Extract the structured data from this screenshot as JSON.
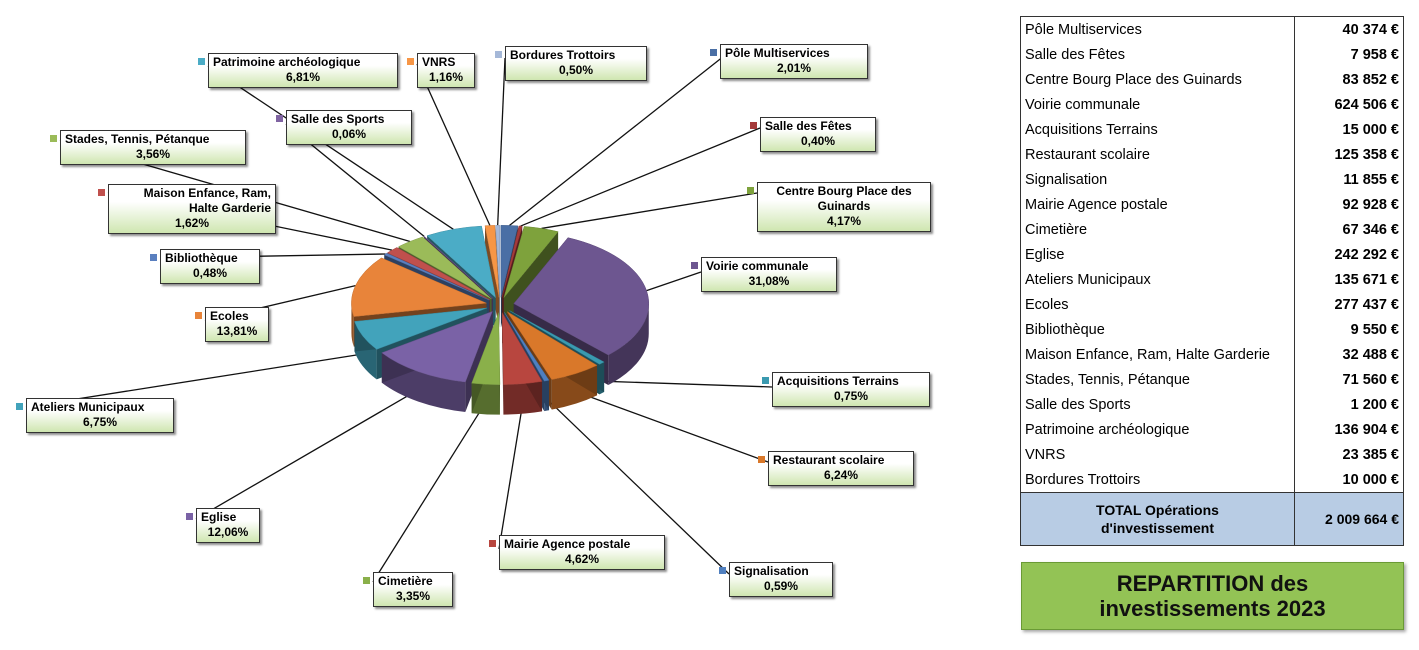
{
  "chart_data": {
    "type": "pie",
    "title": "",
    "slices": [
      {
        "label": "Pôle Multiservices",
        "percent_label": "2,01%",
        "value": 40374,
        "color": "#4a6fa5"
      },
      {
        "label": "Salle des Fêtes",
        "percent_label": "0,40%",
        "value": 7958,
        "color": "#a53a3a"
      },
      {
        "label": "Centre Bourg Place des Guinards",
        "percent_label": "4,17%",
        "value": 83852,
        "color": "#7ea23c"
      },
      {
        "label": "Voirie communale",
        "percent_label": "31,08%",
        "value": 624506,
        "color": "#6d5690"
      },
      {
        "label": "Acquisitions Terrains",
        "percent_label": "0,75%",
        "value": 15000,
        "color": "#3a9ab0"
      },
      {
        "label": "Restaurant scolaire",
        "percent_label": "6,24%",
        "value": 125358,
        "color": "#d9782a"
      },
      {
        "label": "Signalisation",
        "percent_label": "0,59%",
        "value": 11855,
        "color": "#4f7fbf"
      },
      {
        "label": "Mairie Agence postale",
        "percent_label": "4,62%",
        "value": 92928,
        "color": "#b8463f"
      },
      {
        "label": "Cimetière",
        "percent_label": "3,35%",
        "value": 67346,
        "color": "#8ab04a"
      },
      {
        "label": "Eglise",
        "percent_label": "12,06%",
        "value": 242292,
        "color": "#7a62a6"
      },
      {
        "label": "Ateliers Municipaux",
        "percent_label": "6,75%",
        "value": 135671,
        "color": "#42a3bb"
      },
      {
        "label": "Ecoles",
        "percent_label": "13,81%",
        "value": 277437,
        "color": "#e8843a"
      },
      {
        "label": "Bibliothèque",
        "percent_label": "0,48%",
        "value": 9550,
        "color": "#5a7fbf"
      },
      {
        "label": "Maison Enfance, Ram, Halte Garderie",
        "percent_label": "1,62%",
        "value": 32488,
        "color": "#c0504d"
      },
      {
        "label": "Stades, Tennis, Pétanque",
        "percent_label": "3,56%",
        "value": 71560,
        "color": "#9bbb59"
      },
      {
        "label": "Salle des Sports",
        "percent_label": "0,06%",
        "value": 1200,
        "color": "#8064a2"
      },
      {
        "label": "Patrimoine archéologique",
        "percent_label": "6,81%",
        "value": 136904,
        "color": "#4bacc6"
      },
      {
        "label": "VNRS",
        "percent_label": "1,16%",
        "value": 23385,
        "color": "#f79646"
      },
      {
        "label": "Bordures Trottoirs",
        "percent_label": "0,50%",
        "value": 10000,
        "color": "#a5b8d8"
      }
    ],
    "labels": [
      {
        "name": "Pôle Multiservices",
        "pct": "2,01%"
      },
      {
        "name": "Salle des Fêtes",
        "pct": "0,40%"
      },
      {
        "name": "Centre Bourg Place des\nGuinards",
        "pct": "4,17%"
      },
      {
        "name": "Voirie communale",
        "pct": "31,08%"
      },
      {
        "name": "Acquisitions Terrains",
        "pct": "0,75%"
      },
      {
        "name": "Restaurant scolaire",
        "pct": "6,24%"
      },
      {
        "name": "Signalisation",
        "pct": "0,59%"
      },
      {
        "name": "Mairie Agence postale",
        "pct": "4,62%"
      },
      {
        "name": "Cimetière",
        "pct": "3,35%"
      },
      {
        "name": "Eglise",
        "pct": "12,06%"
      },
      {
        "name": "Ateliers Municipaux",
        "pct": "6,75%"
      },
      {
        "name": "Ecoles",
        "pct": "13,81%"
      },
      {
        "name": "Bibliothèque",
        "pct": "0,48%"
      },
      {
        "name": "Maison Enfance, Ram,\nHalte Garderie",
        "pct": "1,62%"
      },
      {
        "name": "Stades, Tennis, Pétanque",
        "pct": "3,56%"
      },
      {
        "name": "Salle des Sports",
        "pct": "0,06%"
      },
      {
        "name": "Patrimoine archéologique",
        "pct": "6,81%"
      },
      {
        "name": "VNRS",
        "pct": "1,16%"
      },
      {
        "name": "Bordures Trottoirs",
        "pct": "0,50%"
      }
    ]
  },
  "table": {
    "rows": [
      {
        "label": "Pôle Multiservices",
        "amount": "40 374 €"
      },
      {
        "label": "Salle des Fêtes",
        "amount": "7 958 €"
      },
      {
        "label": "Centre Bourg Place des Guinards",
        "amount": "83 852 €"
      },
      {
        "label": "Voirie communale",
        "amount": "624 506 €"
      },
      {
        "label": "Acquisitions Terrains",
        "amount": "15 000 €"
      },
      {
        "label": "Restaurant scolaire",
        "amount": "125 358 €"
      },
      {
        "label": "Signalisation",
        "amount": "11 855 €"
      },
      {
        "label": "Mairie Agence postale",
        "amount": "92 928 €"
      },
      {
        "label": "Cimetière",
        "amount": "67 346 €"
      },
      {
        "label": "Eglise",
        "amount": "242 292 €"
      },
      {
        "label": "Ateliers Municipaux",
        "amount": "135 671 €"
      },
      {
        "label": "Ecoles",
        "amount": "277 437 €"
      },
      {
        "label": "Bibliothèque",
        "amount": "9 550 €"
      },
      {
        "label": "Maison Enfance, Ram, Halte Garderie",
        "amount": "32 488 €"
      },
      {
        "label": "Stades, Tennis, Pétanque",
        "amount": "71 560 €"
      },
      {
        "label": "Salle des Sports",
        "amount": "1 200 €"
      },
      {
        "label": "Patrimoine archéologique",
        "amount": "136 904 €"
      },
      {
        "label": "VNRS",
        "amount": "23 385 €"
      },
      {
        "label": "Bordures Trottoirs",
        "amount": "10 000 €"
      }
    ],
    "total_label": "TOTAL Opérations\nd'investissement",
    "total_amount": "2 009 664 €"
  },
  "title_box": "REPARTITION des\ninvestissements 2023"
}
